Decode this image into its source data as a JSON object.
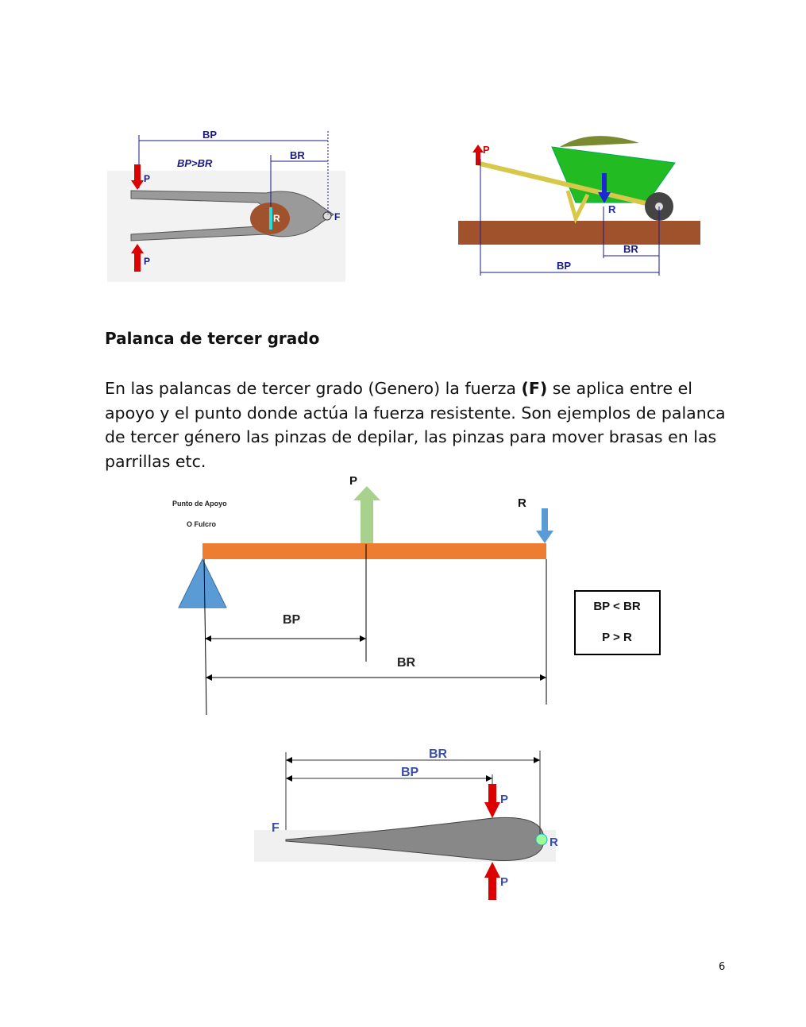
{
  "figures": {
    "pliers": {
      "bp": "BP",
      "br": "BR",
      "relation": "BP>BR",
      "p": "P",
      "r": "R",
      "f": "F"
    },
    "wheelbarrow": {
      "p": "P",
      "r": "R",
      "br": "BR",
      "bp": "BP"
    },
    "lever": {
      "fulcrum_line1": "Punto de Apoyo",
      "fulcrum_line2": "O Fulcro",
      "p": "P",
      "r": "R",
      "bp": "BP",
      "br": "BR",
      "box_line1": "BP < BR",
      "box_line2": "P > R",
      "beam_color": "#ED7D31",
      "p_arrow_color": "#A9D18E",
      "r_arrow_color": "#5B9BD5",
      "fulcrum_color": "#5B9BD5"
    },
    "tweezers": {
      "br": "BR",
      "bp": "BP",
      "f": "F",
      "p": "P",
      "r": "R"
    }
  },
  "heading": "Palanca de tercer grado",
  "paragraph": {
    "before": "En las palancas de tercer grado (Genero) la fuerza ",
    "bold": "(F)",
    "after": " se aplica entre el apoyo y el punto donde actúa la fuerza resistente. Son ejemplos de palanca de tercer género las pinzas de depilar, las pinzas para mover brasas en las parrillas etc."
  },
  "page_number": "6"
}
